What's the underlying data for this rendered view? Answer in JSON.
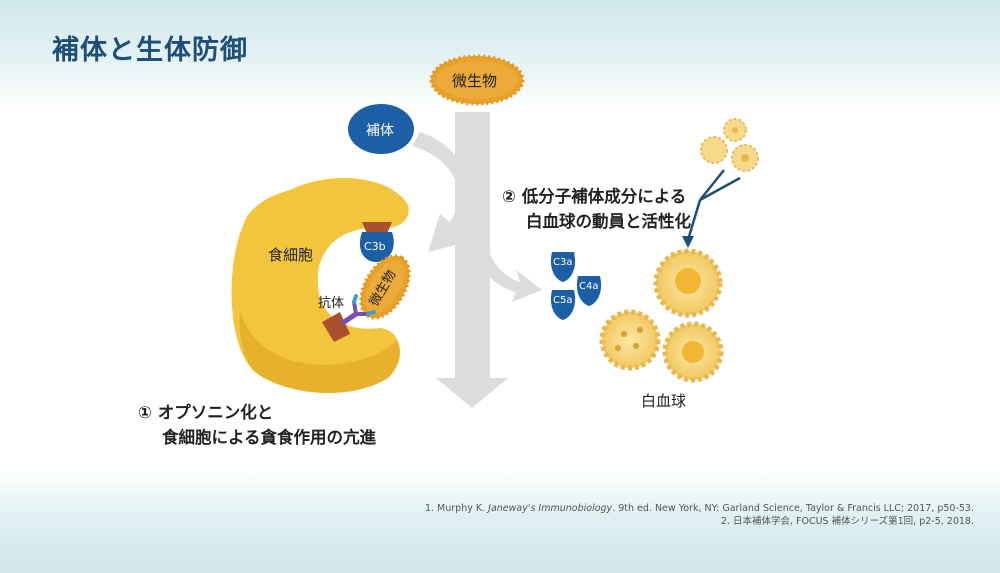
{
  "title": "補体と生体防御",
  "labels": {
    "microbe_top": "微生物",
    "complement": "補体",
    "phagocyte": "食細胞",
    "c3b": "C3b",
    "microbe_bound": "微生物",
    "antibody": "抗体",
    "c3a": "C3a",
    "c4a": "C4a",
    "c5a": "C5a",
    "leukocyte": "白血球"
  },
  "steps": {
    "step1_line1": "① オプソニン化と",
    "step1_line2": "食細胞による貪食作用の亢進",
    "step2_line1": "② 低分子補体成分による",
    "step2_line2": "白血球の動員と活性化"
  },
  "references": {
    "ref1_pre": "1. Murphy K. ",
    "ref1_title": "Janeway's Immunobiology",
    "ref1_post": ". 9th ed. New York, NY: Garland Science, Taylor & Francis LLC; 2017, p50-53.",
    "ref2": "2. 日本補体学会, FOCUS 補体シリーズ第1回, p2-5, 2018."
  },
  "colors": {
    "title": "#1f4f76",
    "complement_blue": "#1d5fa6",
    "phagocyte_yellow": "#f2c53d",
    "microbe_orange": "#e8a12a",
    "receptor_brown": "#a8502f",
    "arrow_gray": "#d9d9d9",
    "leukocyte_yellow": "#f6d98a"
  }
}
